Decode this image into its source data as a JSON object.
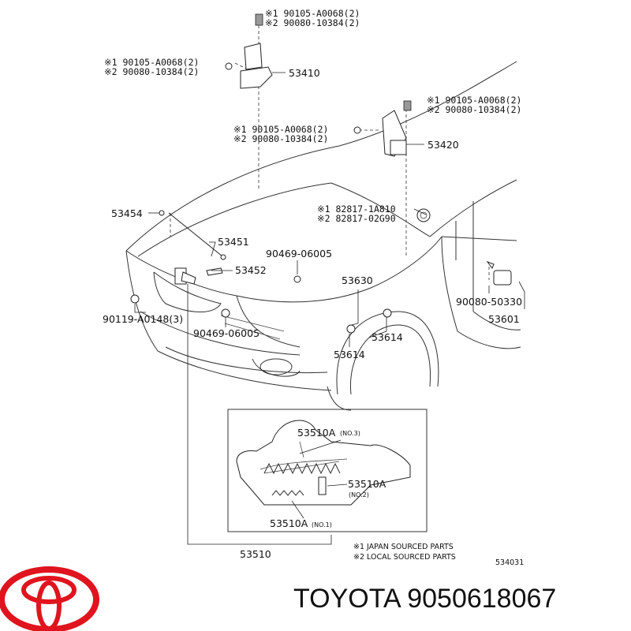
{
  "callouts": {
    "top_bolt_1": "※1 90105-A0068(2)",
    "top_bolt_2": "※2 90080-10384(2)",
    "left_bolt_1": "※1 90105-A0068(2)",
    "left_bolt_2": "※2 90080-10384(2)",
    "hinge_l": "53410",
    "right_bolt_1": "※1 90105-A0068(2)",
    "right_bolt_2": "※2 90080-10384(2)",
    "mid_bolt_1": "※1 90105-A0068(2)",
    "mid_bolt_2": "※2 90080-10384(2)",
    "hinge_r": "53420",
    "rod_holder": "53454",
    "cushion_1": "※1 82817-1A810",
    "cushion_2": "※2 82817-02G90",
    "support_rod": "53451",
    "clip_a": "90469-06005",
    "rod_clamp": "53452",
    "seal": "53630",
    "screw": "90119-A0148(3)",
    "clip_b": "90469-06005",
    "stopper_a": "53614",
    "stopper_b": "53614",
    "bolt_r": "90080-50330",
    "lock_r": "53601",
    "lock_no3": "53510A",
    "no3": "(NO.3)",
    "lock_no2": "53510A",
    "no2": "(NO.2)",
    "lock_no1": "53510A",
    "no1": "(NO.1)",
    "hood_lock": "53510"
  },
  "notes": {
    "japan": "※1 JAPAN SOURCED PARTS",
    "local": "※2 LOCAL SOURCED PARTS",
    "figure_code": "534031"
  },
  "footer": {
    "brand_text": "TOYOTA 9050618067",
    "logo_color": "#e0141e"
  }
}
